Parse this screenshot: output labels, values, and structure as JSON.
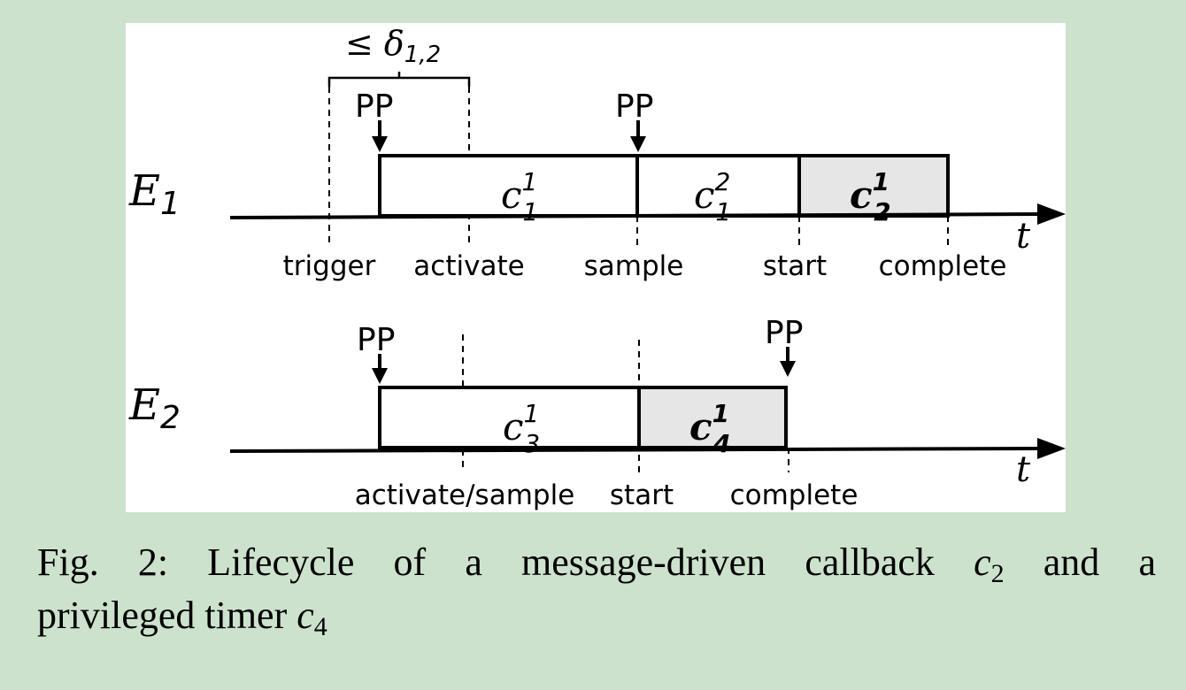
{
  "figure": {
    "rows": [
      {
        "name": "E",
        "name_sub": "1",
        "axis_var": "t",
        "events": [
          "trigger",
          "activate",
          "sample",
          "start",
          "complete"
        ],
        "pp_labels": [
          "PP",
          "PP"
        ],
        "bracket": {
          "symbol": "≤ δ",
          "sub": "1,2"
        },
        "segments": [
          {
            "base": "c",
            "sub": "1",
            "sup": "1",
            "bold": false,
            "shaded": false
          },
          {
            "base": "c",
            "sub": "1",
            "sup": "2",
            "bold": false,
            "shaded": false
          },
          {
            "base": "c",
            "sub": "2",
            "sup": "1",
            "bold": true,
            "shaded": true
          }
        ]
      },
      {
        "name": "E",
        "name_sub": "2",
        "axis_var": "t",
        "events": [
          "activate/sample",
          "start",
          "complete"
        ],
        "pp_labels": [
          "PP",
          "PP"
        ],
        "segments": [
          {
            "base": "c",
            "sub": "3",
            "sup": "1",
            "bold": false,
            "shaded": false
          },
          {
            "base": "c",
            "sub": "4",
            "sup": "1",
            "bold": true,
            "shaded": true
          }
        ]
      }
    ],
    "colors": {
      "panel": "#ffffff",
      "background": "#cde2cd",
      "shade": "#e6e6e6",
      "ink": "#000000"
    }
  },
  "caption": {
    "prefix": "Fig. 2: Lifecycle of a message-driven callback",
    "var1": "c",
    "var1_sub": "2",
    "middle1": "and a",
    "middle2": "privileged timer",
    "var2": "c",
    "var2_sub": "4"
  }
}
